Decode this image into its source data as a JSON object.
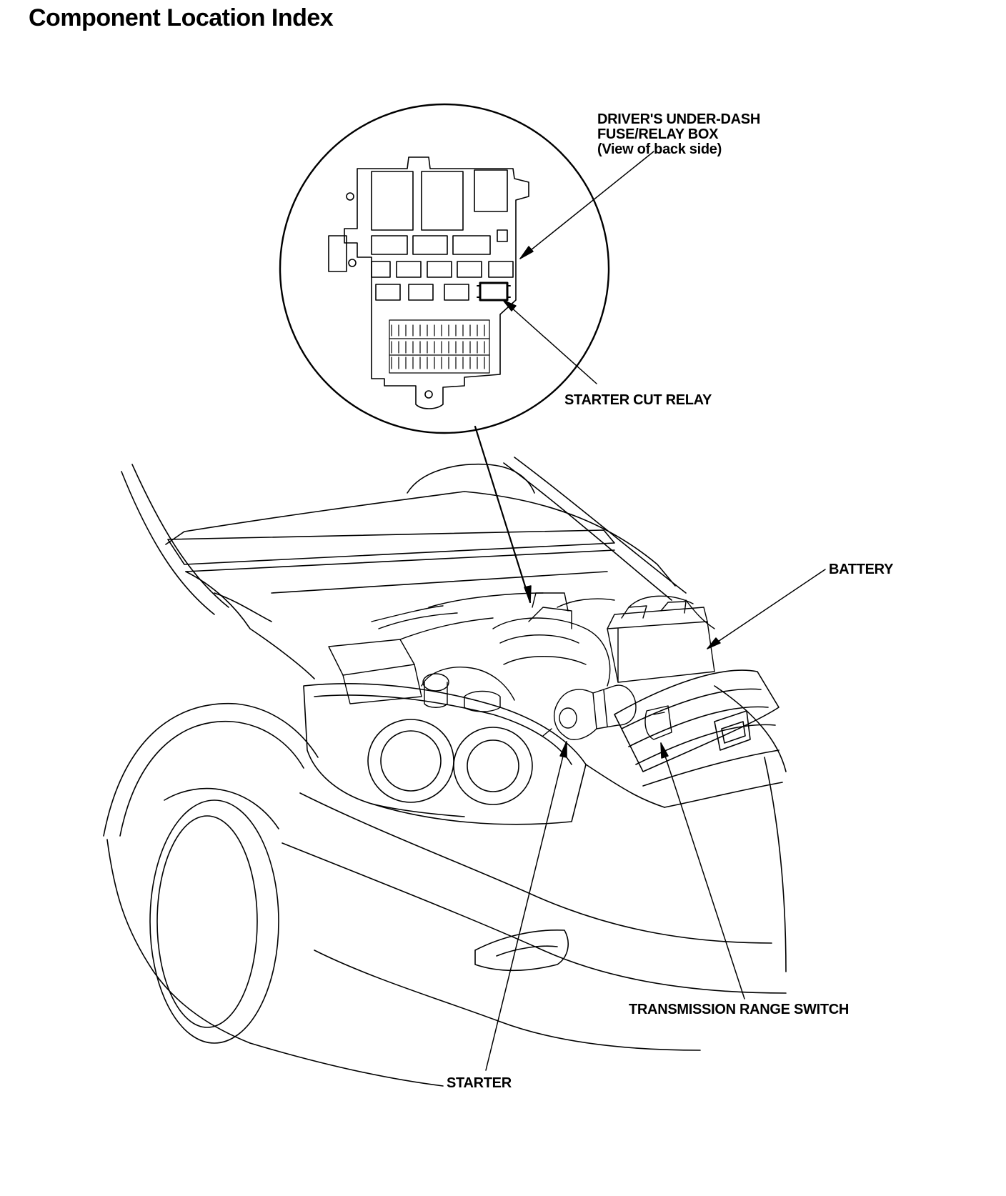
{
  "page": {
    "title": "Component Location Index"
  },
  "labels": {
    "fuse_box": {
      "line1": "DRIVER'S UNDER-DASH",
      "line2": "FUSE/RELAY BOX",
      "line3": "(View of back side)"
    },
    "starter_cut_relay": "STARTER CUT RELAY",
    "battery": "BATTERY",
    "transmission_range_switch": "TRANSMISSION RANGE SWITCH",
    "starter": "STARTER"
  }
}
